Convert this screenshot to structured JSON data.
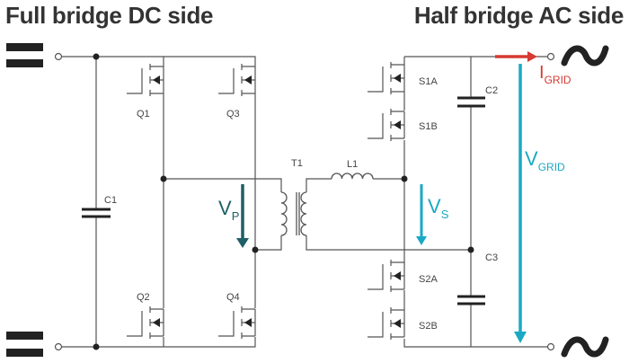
{
  "titles": {
    "left": "Full bridge DC side",
    "right": "Half bridge AC side"
  },
  "components": {
    "Q1": "Q1",
    "Q2": "Q2",
    "Q3": "Q3",
    "Q4": "Q4",
    "S1A": "S1A",
    "S1B": "S1B",
    "S2A": "S2A",
    "S2B": "S2B",
    "C1": "C1",
    "C2": "C2",
    "C3": "C3",
    "T1": "T1",
    "L1": "L1"
  },
  "signals": {
    "vp": {
      "main": "V",
      "sub": "P"
    },
    "vs": {
      "main": "V",
      "sub": "S"
    },
    "vgrid": {
      "main": "V",
      "sub": "GRID"
    },
    "igrid": {
      "main": "I",
      "sub": "GRID"
    }
  },
  "colors": {
    "wire": "#555555",
    "vp": "#1f5f66",
    "vs": "#1aa9c4",
    "vgrid": "#1aa9c4",
    "igrid": "#d63a32",
    "symbol": "#222222"
  },
  "symbols": {
    "dc": "dc-source-icon",
    "ac": "ac-source-icon"
  }
}
